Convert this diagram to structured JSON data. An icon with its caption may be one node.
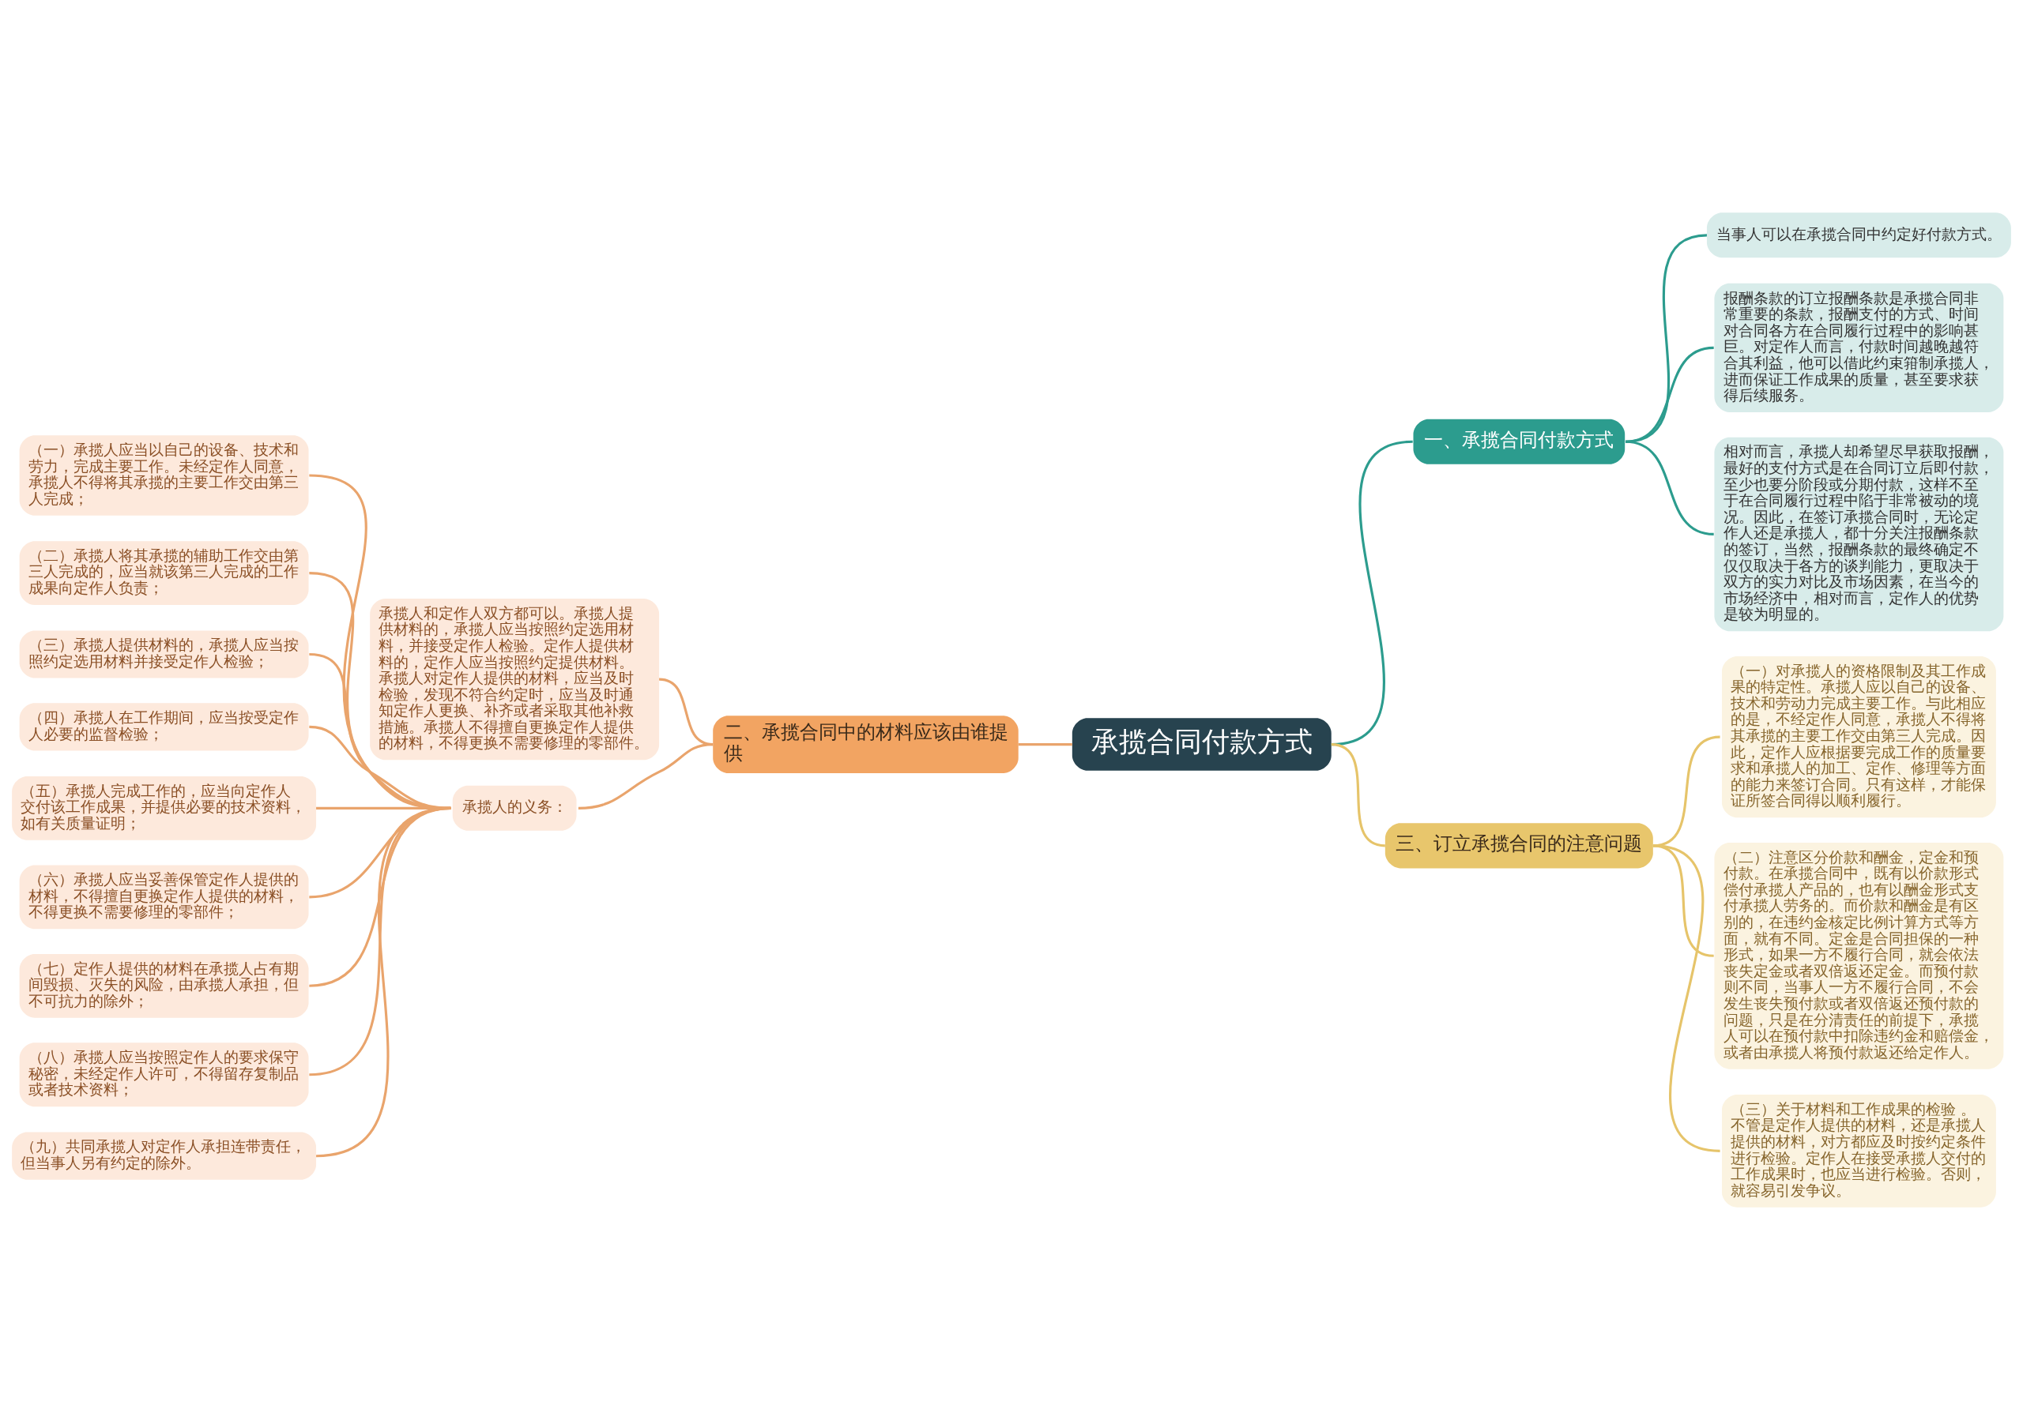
{
  "diagram": {
    "nodes": [
      {
        "text": [
          "承揽合同付款方式"
        ]
      },
      {
        "text": [
          "一、承揽合同付款方式"
        ]
      },
      {
        "text": [
          "当事人可以在承揽合同中约定好付款方式。"
        ]
      },
      {
        "text": [
          "报酬条款的订立报酬条款是承揽合同非常重要的条款，报酬支付的方式、时间对合同各方在合同履行过程中的影响甚巨。对定作人而言，付款时间越晚越符合其利益，他可以借此约束箝制承揽人，进而保证工作成果的质量，甚至要求获得后续服务。"
        ]
      },
      {
        "text": [
          "相对而言，承揽人却希望尽早获取报酬，最好的支付方式是在合同订立后即付款，至少也要分阶段或分期付款，这样不至于在合同履行过程中陷于非常被动的境况。因此，在签订承揽合同时，无论定作人还是承揽人，都十分关注报酬条款的签订，当然，报酬条款的最终确定不仅仅取决于各方的谈判能力，更取决于双方的实力对比及市场因素，在当今的市场经济中，相对而言，定作人的优势是较为明显的。"
        ]
      },
      {
        "text": [
          "二、承揽合同中的材料应该由谁提供"
        ]
      },
      {
        "text": [
          "承揽人和定作人双方都可以。承揽人提供材料的，承揽人应当按照约定选用材料，并接受定作人检验。定作人提供材料的，定作人应当按照约定提供材料。承揽人对定作人提供的材料，应当及时检验，发现不符合约定时，应当及时通知定作人更换、补齐或者采取其他补救措施。承揽人不得擅自更换定作人提供的材料，不得更换不需要修理的零部件。"
        ]
      },
      {
        "text": [
          "承揽人的义务："
        ]
      },
      {
        "text": [
          "（一）承揽人应当以自己的设备、技术和劳力，完成主要工作。未经定作人同意，承揽人不得将其承揽的主要工作交由第三人完成；"
        ]
      },
      {
        "text": [
          "（二）承揽人将其承揽的辅助工作交由第三人完成的，应当就该第三人完成的工作成果向定作人负责；"
        ]
      },
      {
        "text": [
          "（三）承揽人提供材料的，承揽人应当按照约定选用材料并接受定作人检验；"
        ]
      },
      {
        "text": [
          "（四）承揽人在工作期间，应当按受定作人必要的监督检验；"
        ]
      },
      {
        "text": [
          "（五）承揽人完成工作的，应当向定作人交付该工作成果，并提供必要的技术资料，如有关质量证明；"
        ]
      },
      {
        "text": [
          "（六）承揽人应当妥善保管定作人提供的材料，不得擅自更换定作人提供的材料，不得更换不需要修理的零部件；"
        ]
      },
      {
        "text": [
          "（七）定作人提供的材料在承揽人占有期间毁损、灭失的风险，由承揽人承担，但不可抗力的除外；"
        ]
      },
      {
        "text": [
          "（八）承揽人应当按照定作人的要求保守秘密，未经定作人许可，不得留存复制品或者技术资料；"
        ]
      },
      {
        "text": [
          "（九）共同承揽人对定作人承担连带责任，但当事人另有约定的除外。"
        ]
      },
      {
        "text": [
          "三、订立承揽合同的注意问题"
        ]
      },
      {
        "text": [
          "（一）对承揽人的资格限制及其工作成果的特定性。承揽人应以自己的设备、技术和劳动力完成主要工作。与此相应的是，不经定作人同意，承揽人不得将其承揽的主要工作交由第三人完成。因此，定作人应根据要完成工作的质量要求和承揽人的加工、定作、修理等方面的能力来签订合同。只有这样，才能保证所签合同得以顺利履行。"
        ]
      },
      {
        "text": [
          "（二）注意区分价款和酬金，定金和预付款。在承揽合同中，既有以价款形式偿付承揽人产品的，也有以酬金形式支付承揽人劳务的。而价款和酬金是有区别的，在违约金核定比例计算方式等方面，就有不同。定金是合同担保的一种形式，如果一方不履行合同，就会依法丧失定金或者双倍返还定金。而预付款则不同，当事人一方不履行合同，不会发生丧失预付款或者双倍返还预付款的问题，只是在分清责任的前提下，承揽人可以在预付款中扣除违约金和赔偿金，或者由承揽人将预付款返还给定作人。"
        ]
      },
      {
        "text": [
          "（三）关于材料和工作成果的检验 。不管是定作人提供的材料，还是承揽人提供的材料，对方都应及时按约定条件进行检验。定作人在接受承揽人交付的工作成果时，也应当进行检验。否则，就容易引发争议。"
        ]
      }
    ],
    "edges": [
      {
        "from": 0,
        "to": 1,
        "arrow": "none",
        "color": "#2c9c8e"
      },
      {
        "from": 1,
        "to": 2,
        "arrow": "none",
        "color": "#2c9c8e"
      },
      {
        "from": 1,
        "to": 3,
        "arrow": "none",
        "color": "#2c9c8e"
      },
      {
        "from": 1,
        "to": 4,
        "arrow": "none",
        "color": "#2c9c8e"
      },
      {
        "from": 0,
        "to": 5,
        "arrow": "none"
      },
      {
        "from": 5,
        "to": 6,
        "arrow": "none"
      },
      {
        "from": 5,
        "to": 7,
        "arrow": "none"
      },
      {
        "from": 7,
        "to": 8,
        "arrow": "none"
      },
      {
        "from": 7,
        "to": 9,
        "arrow": "none"
      },
      {
        "from": 7,
        "to": 10,
        "arrow": "none"
      },
      {
        "from": 7,
        "to": 11,
        "arrow": "none"
      },
      {
        "from": 7,
        "to": 12,
        "arrow": "none"
      },
      {
        "from": 7,
        "to": 13,
        "arrow": "none"
      },
      {
        "from": 7,
        "to": 14,
        "arrow": "none"
      },
      {
        "from": 7,
        "to": 15,
        "arrow": "none"
      },
      {
        "from": 7,
        "to": 16,
        "arrow": "none"
      },
      {
        "from": 0,
        "to": 17,
        "arrow": "none",
        "color": "#e6c46a"
      },
      {
        "from": 17,
        "to": 18,
        "arrow": "none",
        "color": "#e6c46a"
      },
      {
        "from": 17,
        "to": 19,
        "arrow": "none",
        "color": "#e6c46a"
      },
      {
        "from": 17,
        "to": 20,
        "arrow": "none",
        "color": "#e6c46a"
      }
    ]
  }
}
